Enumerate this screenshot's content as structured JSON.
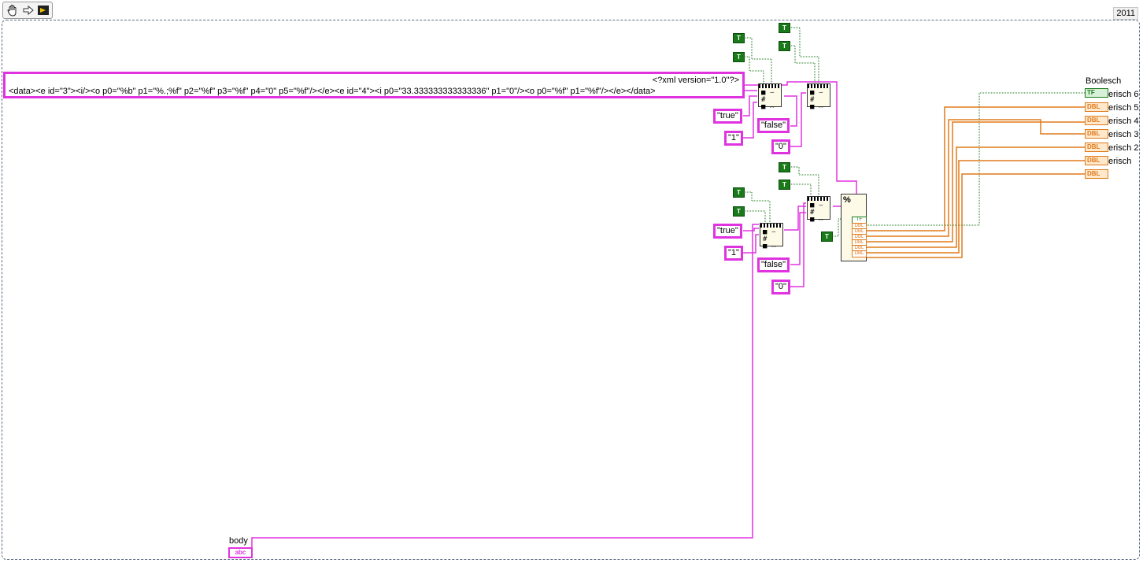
{
  "toolbar": {
    "run_icon": "hand-icon",
    "step_icon": "arrow-icon",
    "highlight_icon": "bulb-icon",
    "version": "2011"
  },
  "xml_constant": {
    "line1": "<?xml version=\"1.0\"?>",
    "line2": "<data><e id=\"3\"><i/><o p0=\"%b\" p1=\"%.;%f\" p2=\"%f\" p3=\"%f\" p4=\"0\" p5=\"%f\"/></e><e id=\"4\"><i p0=\"33.333333333333336\" p1=\"0\"/><o p0=\"%f\" p1=\"%f\"/></e></data>"
  },
  "string_constants": {
    "true_top": "\"true\"",
    "one_top": "\"1\"",
    "false_top": "\"false\"",
    "zero_top": "\"0\"",
    "true_bottom": "\"true\"",
    "one_bottom": "\"1\"",
    "false_bottom": "\"false\"",
    "zero_bottom": "\"0\""
  },
  "bool_constant_text": "T",
  "scan_node_symbol": "%",
  "indicators": {
    "header": "Boolesch",
    "labels": [
      "erisch 6",
      "erisch 5",
      "erisch 4",
      "erisch 3",
      "erisch 2",
      "erisch"
    ],
    "bool_type": "TF",
    "num_type": "DBL"
  },
  "body_control": {
    "label": "body",
    "type": "abc"
  },
  "colors": {
    "string_wire": "#e033e0",
    "bool_wire": "#1a7a1a",
    "numeric_wire": "#e07a1a"
  }
}
